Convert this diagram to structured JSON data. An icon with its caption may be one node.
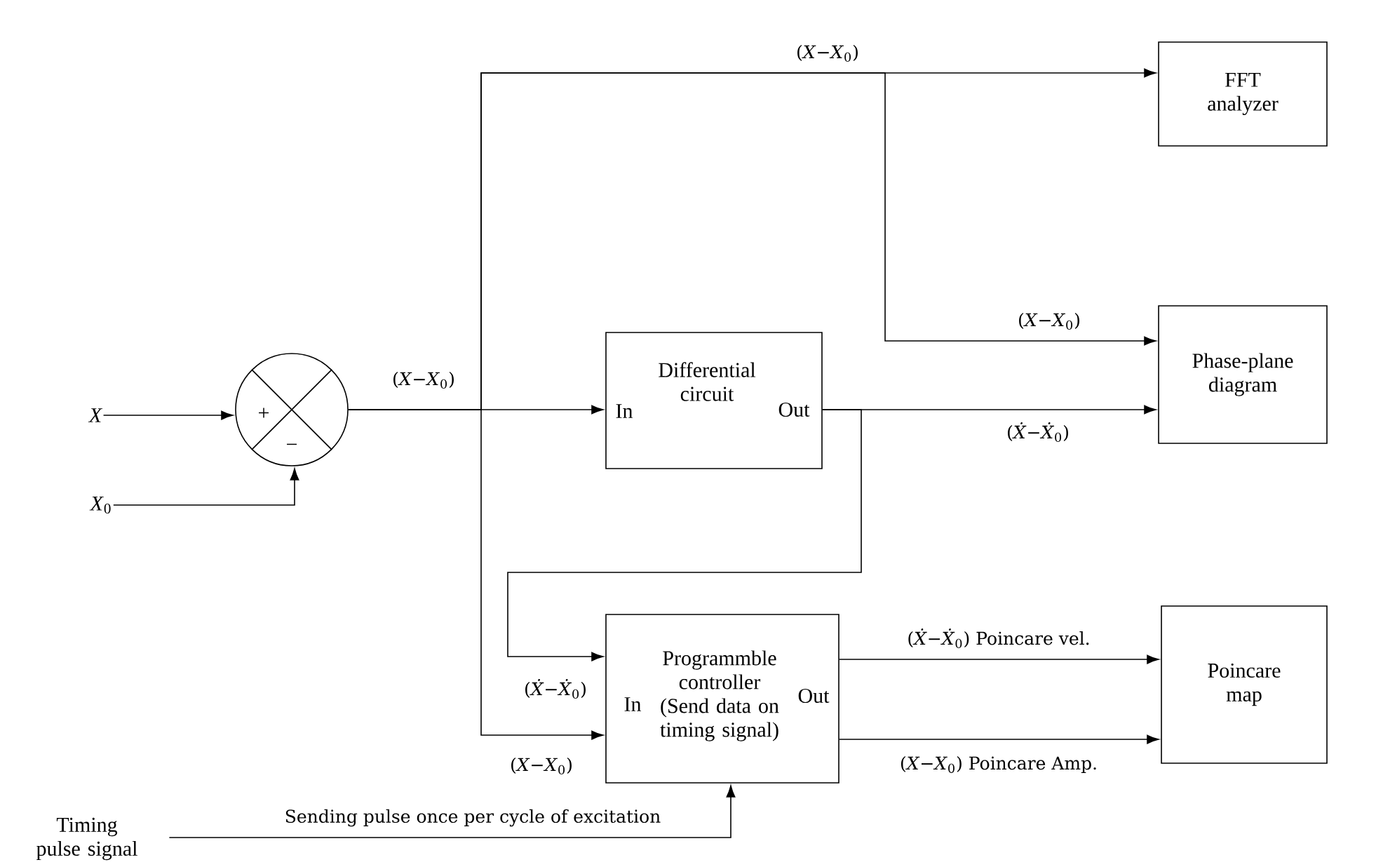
{
  "diagram": {
    "nodes": [
      {
        "text": [
          "X"
        ]
      },
      {
        "text": [
          "*X*$_{0}$"
        ]
      },
      {
        "text": [
          "+",
          "−"
        ]
      },
      {
        "text": [
          "In",
          "Differential circuit",
          "Out"
        ]
      },
      {
        "text": [
          "FFT analyzer"
        ]
      },
      {
        "text": [
          "Phase-plane diagram"
        ]
      },
      {
        "text": [
          "In",
          "Programmble controller (Send data on timing signal)",
          "Out"
        ]
      },
      {
        "text": [
          "Poincare map"
        ]
      },
      {
        "text": [
          "Timing pulse signal"
        ]
      }
    ],
    "edges": [
      {
        "from": 0,
        "to": 2,
        "arrow": "to"
      },
      {
        "from": 1,
        "to": 2,
        "arrow": "to"
      },
      {
        "from": 2,
        "to": 3,
        "arrow": "to",
        "label": "(*X*−*X*$_{0}$)"
      },
      {
        "from": 2,
        "to": 4,
        "arrow": "to",
        "label": "(*X*−*X*$_{0}$)"
      },
      {
        "from": 2,
        "to": 5,
        "arrow": "to",
        "label": "(*X*−*X*$_{0}$)"
      },
      {
        "from": 3,
        "to": 5,
        "arrow": "to",
        "label": "(*Ẋ*−*Ẋ*$_{0}$)"
      },
      {
        "from": 3,
        "to": 6,
        "arrow": "to",
        "label": "(*Ẋ*−*Ẋ*$_{0}$)"
      },
      {
        "from": 2,
        "to": 6,
        "arrow": "to",
        "label": "(*X*−*X*$_{0}$)"
      },
      {
        "from": 6,
        "to": 7,
        "arrow": "to",
        "label": "(*Ẋ*−*Ẋ*$_{0}$) Poincare vel."
      },
      {
        "from": 6,
        "to": 7,
        "arrow": "to",
        "label": "(*X*−*X*$_{0}$) Poincare Amp."
      },
      {
        "from": 8,
        "to": 6,
        "arrow": "to",
        "label": "Sending pulse once per cycle of excitation"
      }
    ]
  }
}
